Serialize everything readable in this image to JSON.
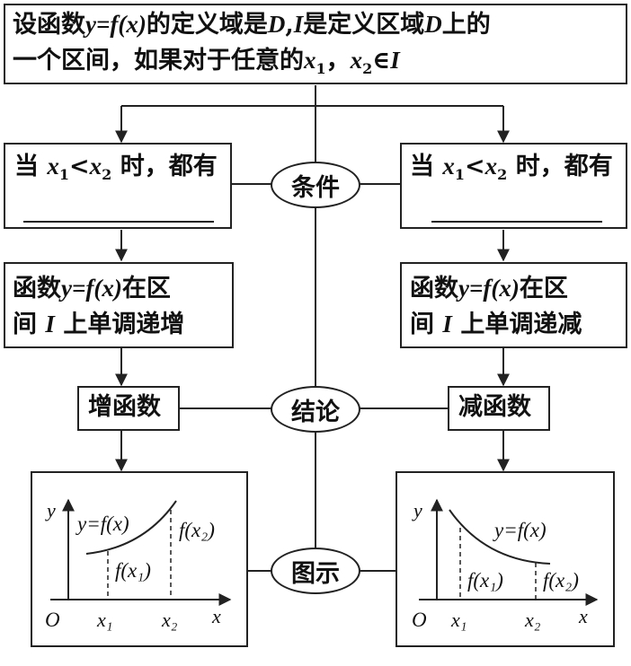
{
  "top": {
    "line1_a": "设函数",
    "line1_func": "y=f(x)",
    "line1_b": "的定义域是",
    "line1_D": "D",
    "line1_comma": ",",
    "line1_I": "I",
    "line1_c": "是定义区域",
    "line1_D2": "D",
    "line1_d": "上的",
    "line2_a": "一个区间，如果对于任意的",
    "line2_x": "x",
    "line2_sub1": "1",
    "line2_sep": "，",
    "line2_x2": "x",
    "line2_sub2": "2",
    "line2_in": "∈",
    "line2_I": "I"
  },
  "labels": {
    "condition": "条件",
    "conclusion": "结论",
    "graph": "图示"
  },
  "left": {
    "cond_a": "当",
    "cond_x1": "x",
    "cond_s1": "1",
    "cond_lt": "<",
    "cond_x2": "x",
    "cond_s2": "2",
    "cond_b": "时，都有",
    "mono_a": "函数",
    "mono_func": "y=f(x)",
    "mono_b": "在区",
    "mono_c": "间",
    "mono_I": "I",
    "mono_d": "上单调递增",
    "name": "增函数"
  },
  "right": {
    "cond_a": "当",
    "cond_x1": "x",
    "cond_s1": "1",
    "cond_lt": "<",
    "cond_x2": "x",
    "cond_s2": "2",
    "cond_b": "时，都有",
    "mono_a": "函数",
    "mono_func": "y=f(x)",
    "mono_b": "在区",
    "mono_c": "间",
    "mono_I": "I",
    "mono_d": "上单调递减",
    "name": "减函数"
  },
  "graph_left": {
    "y_axis": "y",
    "x_axis": "x",
    "origin": "O",
    "curve_label": "y=f(x)",
    "fx1": "f(x₁)",
    "fx2": "f(x₂)",
    "x1": "x₁",
    "x2": "x₂"
  },
  "graph_right": {
    "y_axis": "y",
    "x_axis": "x",
    "origin": "O",
    "curve_label": "y=f(x)",
    "fx1": "f(x₁)",
    "fx2": "f(x₂)",
    "x1": "x₁",
    "x2": "x₂"
  }
}
